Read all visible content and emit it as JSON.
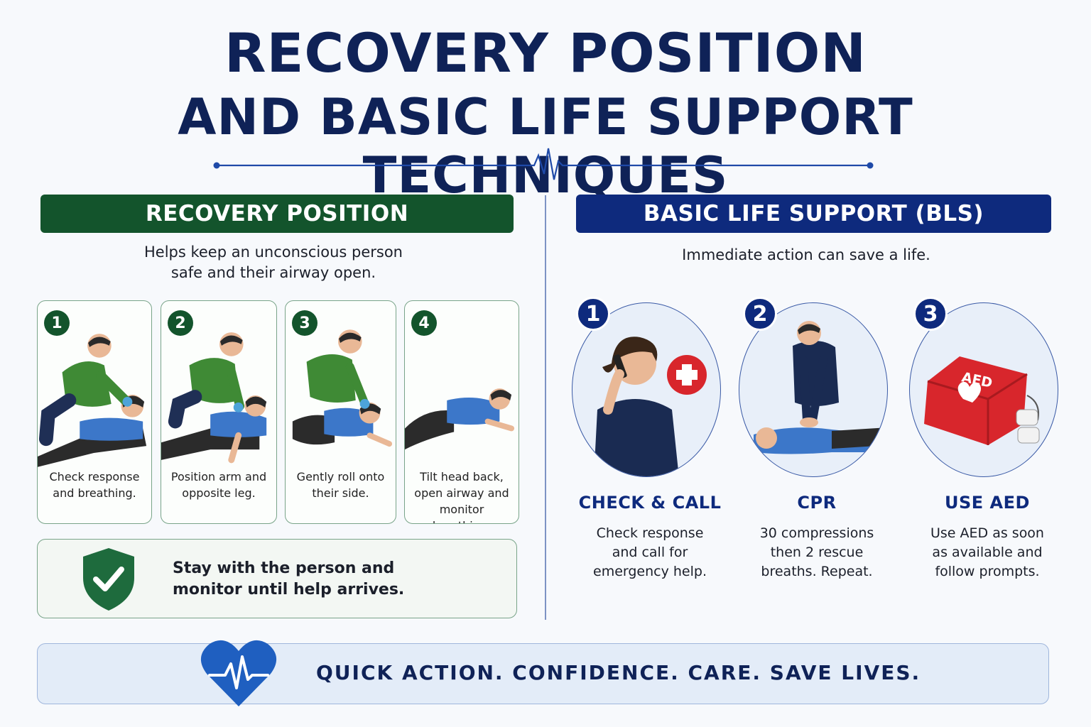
{
  "header": {
    "title_line1": "RECOVERY POSITION",
    "title_line2": "AND BASIC LIFE SUPPORT TECHNIQUES"
  },
  "recovery": {
    "banner": "RECOVERY POSITION",
    "subtitle_line1": "Helps keep an unconscious person",
    "subtitle_line2": "safe and their airway open.",
    "steps": [
      {
        "num": "1",
        "line1": "Check response",
        "line2": "and breathing.",
        "line3": ""
      },
      {
        "num": "2",
        "line1": "Position arm and",
        "line2": "opposite leg.",
        "line3": ""
      },
      {
        "num": "3",
        "line1": "Gently roll onto",
        "line2": "their side.",
        "line3": ""
      },
      {
        "num": "4",
        "line1": "Tilt head back,",
        "line2": "open airway and",
        "line3": "monitor breathing."
      }
    ],
    "stay_line1": "Stay with the person and",
    "stay_line2": "monitor until help arrives."
  },
  "bls": {
    "banner": "BASIC LIFE SUPPORT (BLS)",
    "subtitle": "Immediate action can save a life.",
    "steps": [
      {
        "num": "1",
        "heading": "CHECK & CALL",
        "line1": "Check response",
        "line2": "and call for",
        "line3": "emergency help."
      },
      {
        "num": "2",
        "heading": "CPR",
        "line1": "30 compressions",
        "line2": "then 2 rescue",
        "line3": "breaths. Repeat."
      },
      {
        "num": "3",
        "heading": "USE AED",
        "line1": "Use AED as soon",
        "line2": "as available and",
        "line3": "follow prompts."
      }
    ],
    "aed_label": "AED"
  },
  "footer": {
    "tagline": "QUICK ACTION. CONFIDENCE. CARE. SAVE LIVES."
  },
  "colors": {
    "navy": "#0f2257",
    "green": "#13542c",
    "blue": "#0e2a7d",
    "red": "#d8262c"
  }
}
